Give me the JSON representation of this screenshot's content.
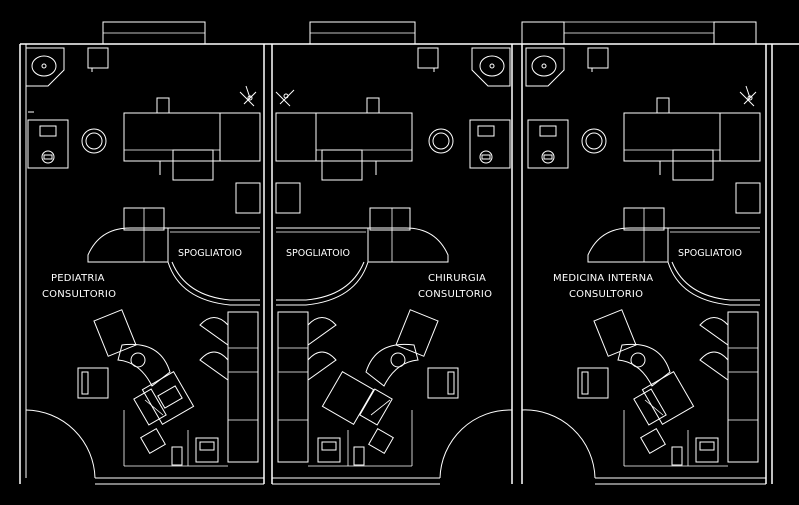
{
  "drawing": {
    "background": "#000000",
    "line_color": "#ffffff",
    "rooms": [
      {
        "id": "room-1",
        "line1": "PEDIATRIA",
        "line2": "CONSULTORIO",
        "dressing": "SPOGLIATOIO"
      },
      {
        "id": "room-2",
        "line1": "CHIRURGIA",
        "line2": "CONSULTORIO",
        "dressing": "SPOGLIATOIO"
      },
      {
        "id": "room-3",
        "line1": "MEDICINA  INTERNA",
        "line2": "CONSULTORIO",
        "dressing": "SPOGLIATOIO"
      }
    ]
  }
}
